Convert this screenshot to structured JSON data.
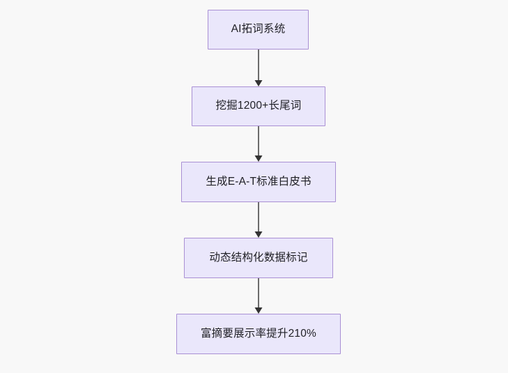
{
  "diagram": {
    "type": "flowchart",
    "direction": "top-to-bottom",
    "background_color": "#f8f8f8",
    "node_fill_color": "#eae7fb",
    "node_border_color": "#a98fd4",
    "node_text_color": "#1f1f24",
    "edge_color": "#6b6b6b",
    "nodes": [
      {
        "id": "n1",
        "label": "AI拓词系统"
      },
      {
        "id": "n2",
        "label": "挖掘1200+长尾词"
      },
      {
        "id": "n3",
        "label": "生成E-A-T标准白皮书"
      },
      {
        "id": "n4",
        "label": "动态结构化数据标记"
      },
      {
        "id": "n5",
        "label": "富摘要展示率提升210%"
      }
    ],
    "edges": [
      {
        "id": "e1",
        "from": "n1",
        "to": "n2",
        "label": ""
      },
      {
        "id": "e2",
        "from": "n2",
        "to": "n3",
        "label": ""
      },
      {
        "id": "e3",
        "from": "n3",
        "to": "n4",
        "label": ""
      },
      {
        "id": "e4",
        "from": "n4",
        "to": "n5",
        "label": ""
      }
    ]
  }
}
